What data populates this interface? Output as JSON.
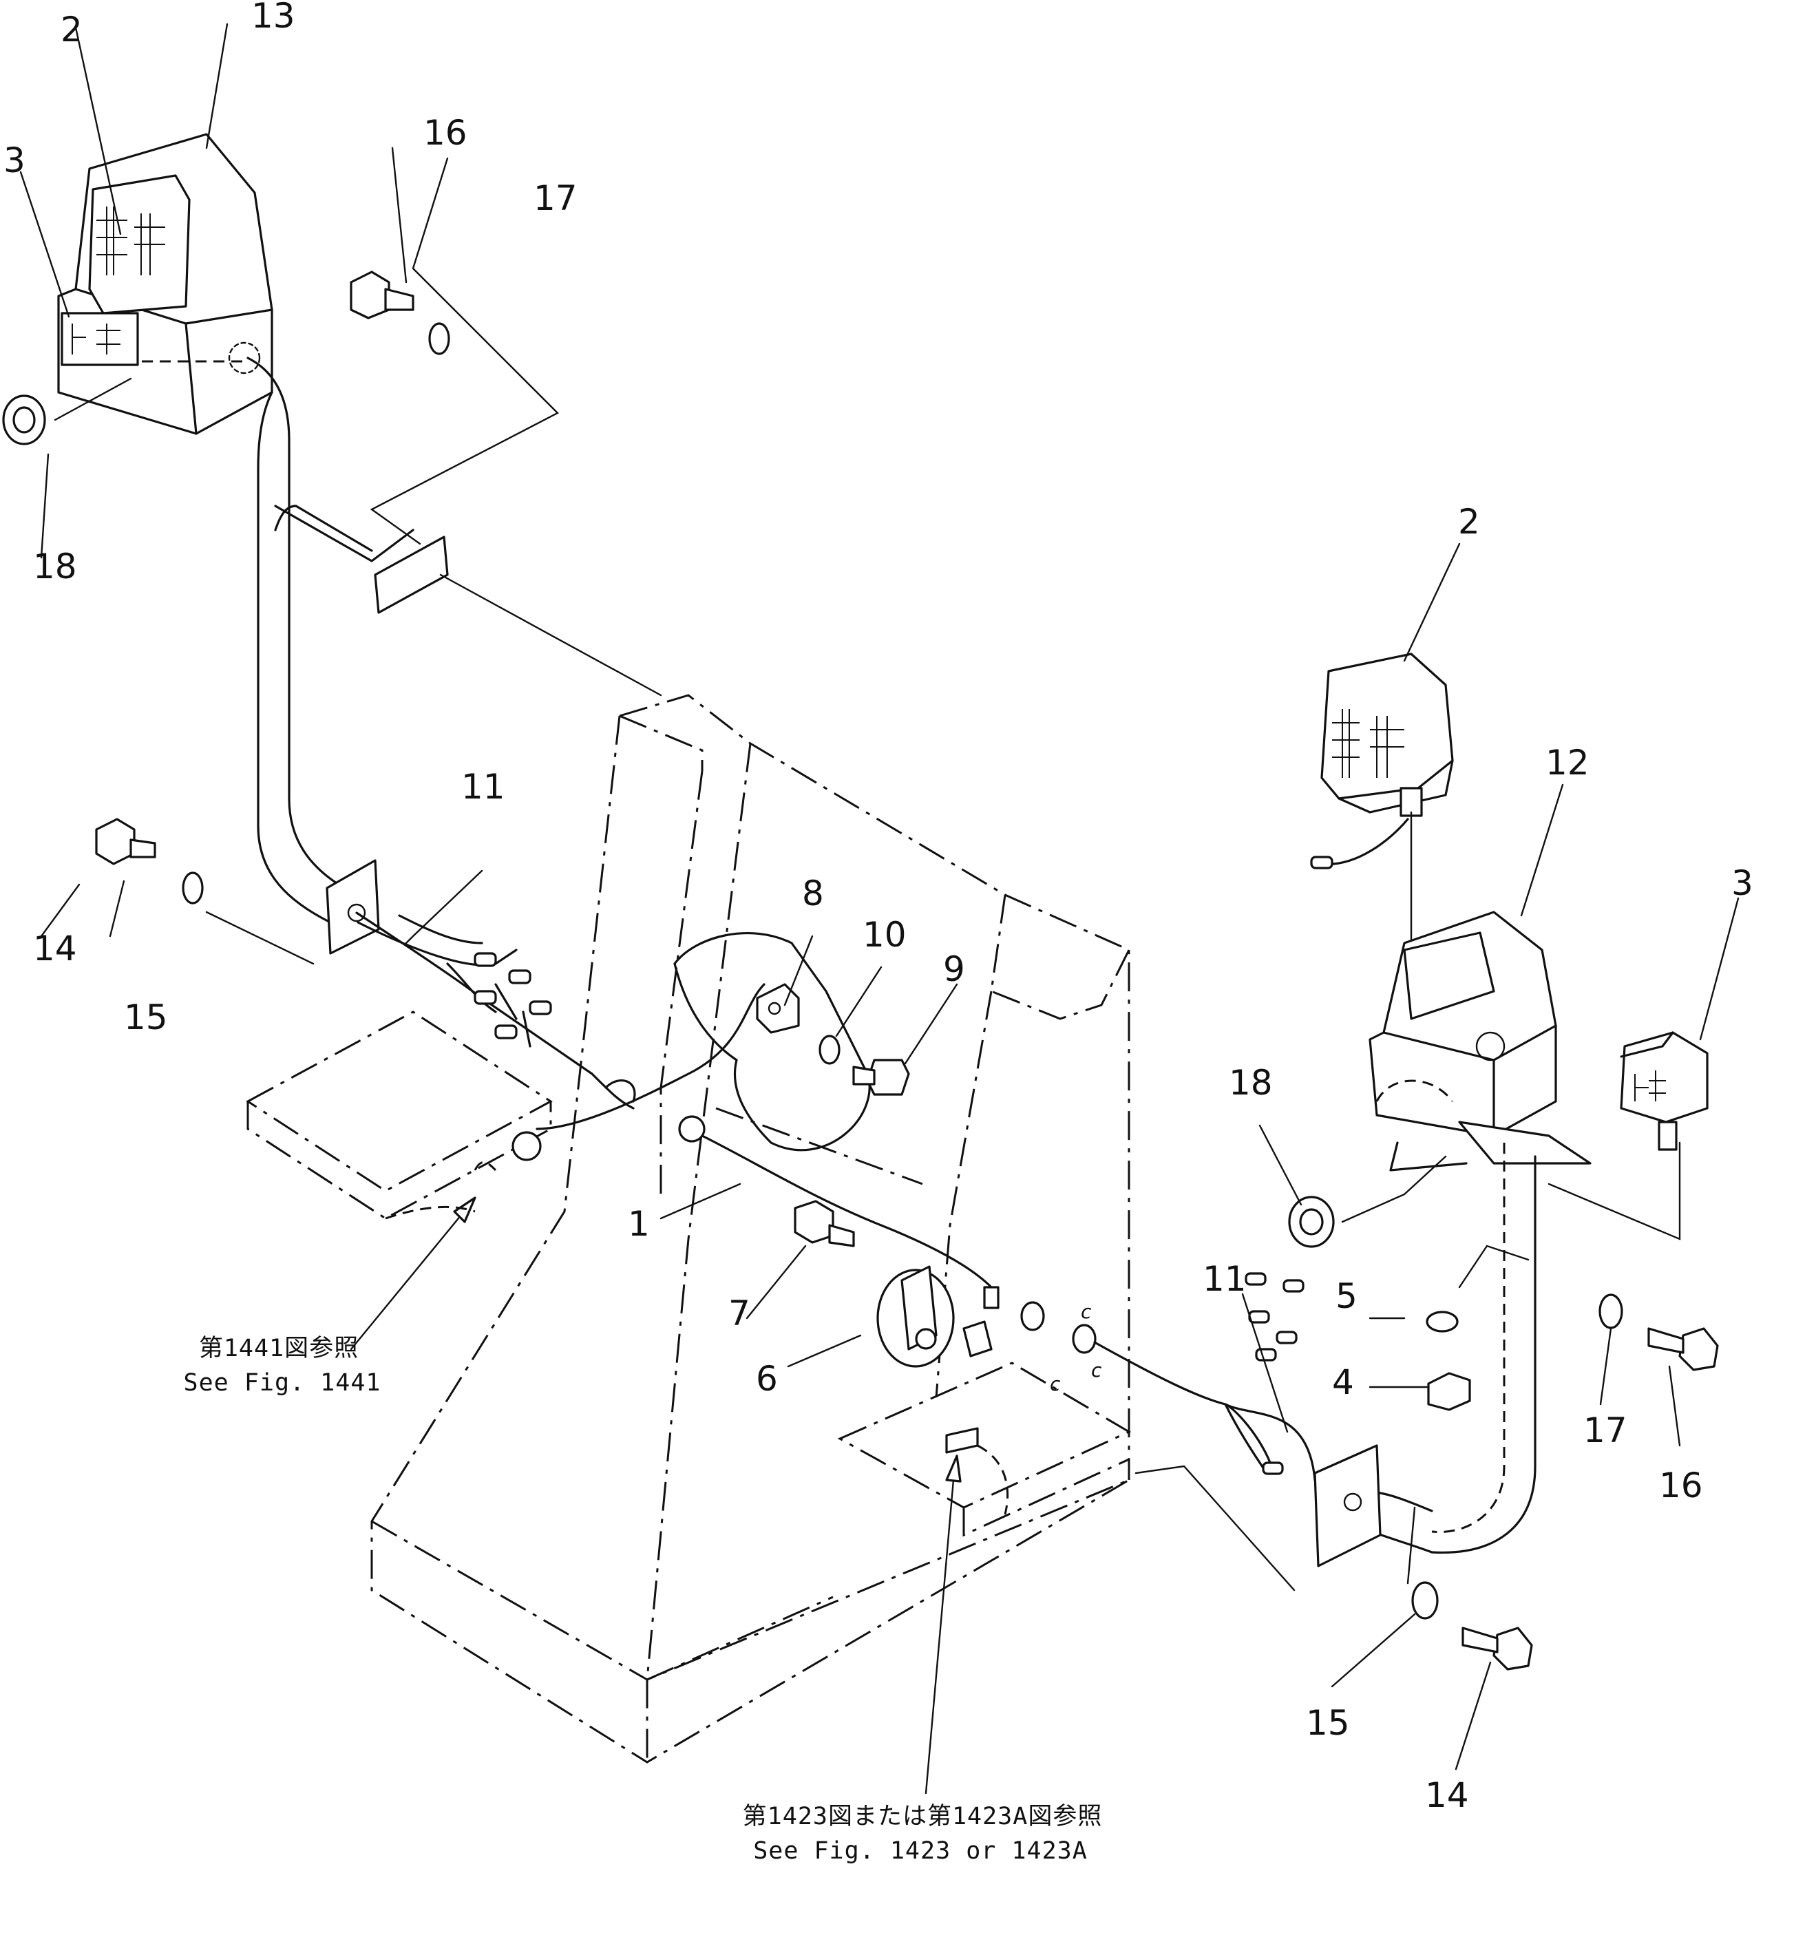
{
  "callouts": {
    "c1": "1",
    "c2a": "2",
    "c2b": "2",
    "c3a": "3",
    "c3b": "3",
    "c4": "4",
    "c5": "5",
    "c6": "6",
    "c7": "7",
    "c8": "8",
    "c9": "9",
    "c10": "10",
    "c11a": "11",
    "c11b": "11",
    "c12": "12",
    "c13": "13",
    "c14a": "14",
    "c14b": "14",
    "c15a": "15",
    "c15b": "15",
    "c16a": "16",
    "c16b": "16",
    "c17a": "17",
    "c17b": "17",
    "c18a": "18",
    "c18b": "18"
  },
  "references": {
    "ref1441_jp": "第1441図参照",
    "ref1441_en": "See Fig. 1441",
    "ref1423_jp": "第1423図または第1423A図参照",
    "ref1423_en": "See Fig. 1423 or 1423A"
  },
  "wire_marks": {
    "c_a": "c",
    "c_b": "c",
    "c_c": "c"
  }
}
